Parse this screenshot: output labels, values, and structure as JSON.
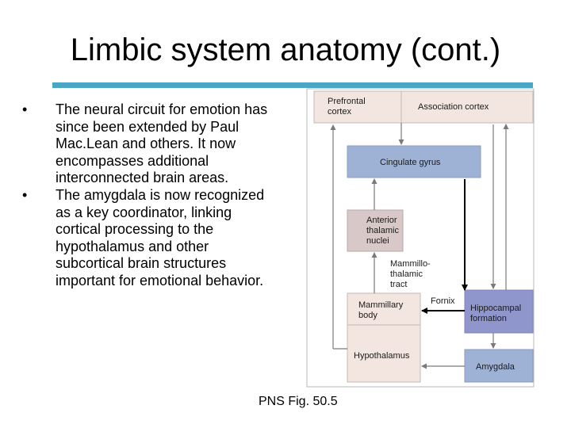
{
  "slide": {
    "title": "Limbic system anatomy (cont.)",
    "bullets": [
      "The neural circuit for emotion has since been extended by Paul Mac.Lean and others.  It now encompasses additional interconnected brain areas.",
      "The amygdala is now recognized as a key coordinator, linking cortical processing to the hypothalamus and other subcortical brain structures important for emotional behavior."
    ],
    "caption": "PNS Fig. 50.5"
  },
  "diagram": {
    "nodes": {
      "prefrontal": [
        "Prefrontal",
        "cortex"
      ],
      "association": "Association cortex",
      "cingulate": "Cingulate gyrus",
      "anterior": [
        "Anterior",
        "thalamic",
        "nuclei"
      ],
      "mammillo_tract": [
        "Mammillo-",
        "thalamic",
        "tract"
      ],
      "mammillary": [
        "Mammillary",
        "body"
      ],
      "fornix": "Fornix",
      "hippocampal": [
        "Hippocampal",
        "formation"
      ],
      "hypothalamus": "Hypothalamus",
      "amygdala": "Amygdala"
    },
    "colors": {
      "cortex": "#f3e6e0",
      "cingulate": "#9eb2d6",
      "anterior": "#d8c8c8",
      "mammillary": "#f3e6e0",
      "hippocampal": "#8f96cc",
      "hypothalamus": "#f3e6e0",
      "amygdala": "#9eb2d6",
      "line": "#8a8a8a",
      "arrow": "#000000",
      "title_rule": "#4aa7c4"
    }
  }
}
